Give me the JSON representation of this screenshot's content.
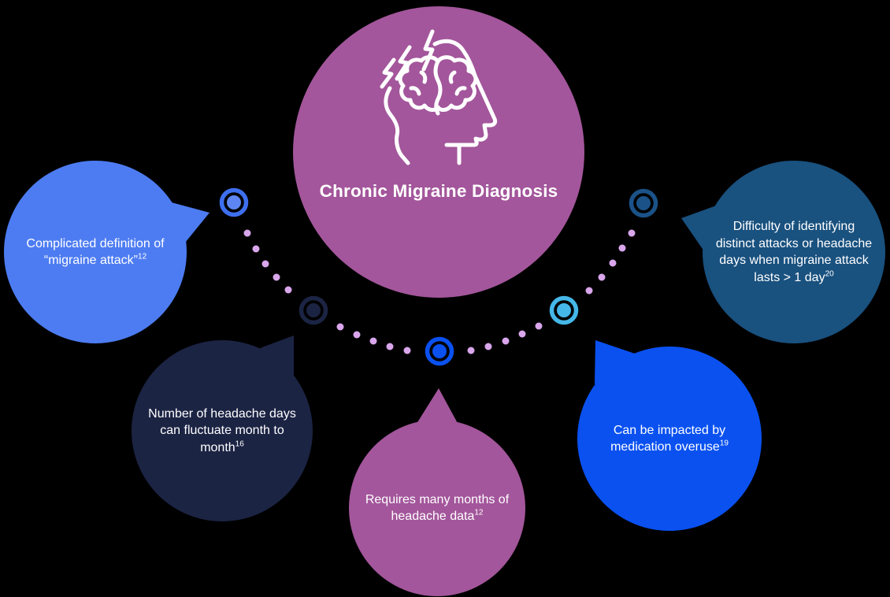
{
  "diagram": {
    "title": "Chronic Migraine Diagnosis",
    "background_color": "#000000",
    "center": {
      "color": "#A3569B",
      "icon": "head-with-brain-and-lightning-icon",
      "icon_color": "#FFFFFF"
    },
    "bubbles": [
      {
        "id": "complicated-definition",
        "text": "Complicated definition of “migraine attack”",
        "ref": "12",
        "color": "#4D7CF2"
      },
      {
        "id": "headache-days-fluctuate",
        "text": "Number of headache days can fluctuate month to month",
        "ref": "16",
        "color": "#1C2444"
      },
      {
        "id": "requires-months-data",
        "text": "Requires many months of headache data",
        "ref": "12",
        "color": "#A3569B"
      },
      {
        "id": "medication-overuse",
        "text": "Can be impacted by medication overuse",
        "ref": "19",
        "color": "#0A51F0"
      },
      {
        "id": "difficulty-identifying",
        "text": "Difficulty of identifying distinct attacks or headache days when migraine attack lasts > 1 day",
        "ref": "20",
        "color": "#19517F"
      }
    ],
    "trail": {
      "dot_color": "#D9A6EC",
      "markers": [
        {
          "ring": "#3D6FEF",
          "dot": "#5E86F2"
        },
        {
          "ring": "#1C2444",
          "dot": "#1C2444"
        },
        {
          "ring": "#0A51F0",
          "dot": "#0A51F0"
        },
        {
          "ring": "#45B7E8",
          "dot": "#45B7E8"
        },
        {
          "ring": "#1B5288",
          "dot": "#1B5288"
        }
      ]
    }
  }
}
